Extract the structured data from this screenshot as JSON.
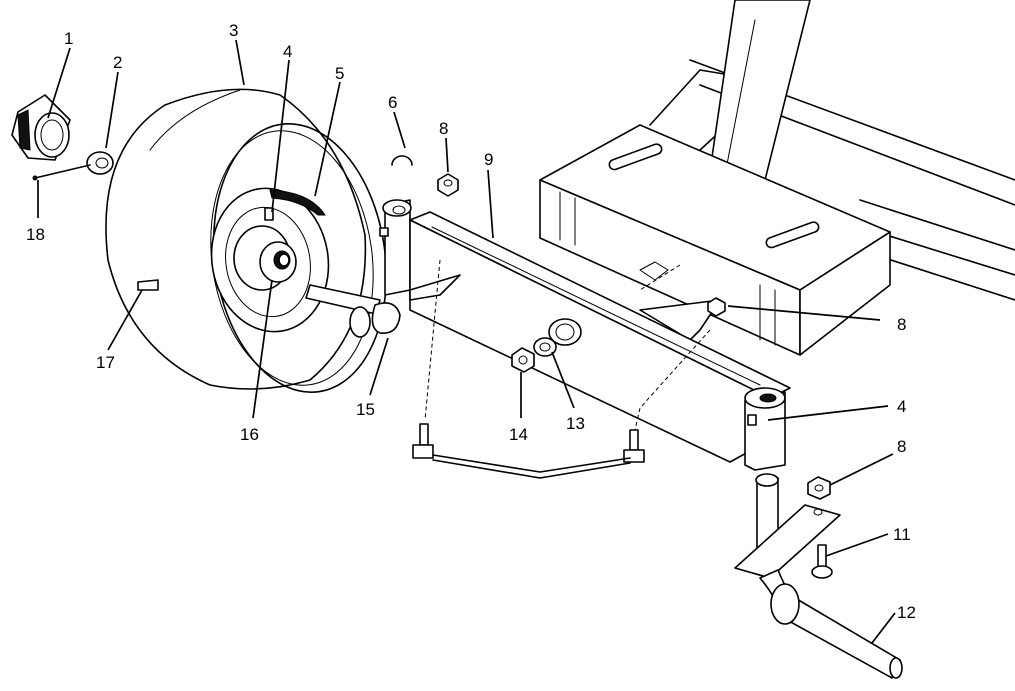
{
  "callouts": [
    {
      "id": "c1",
      "number": "1"
    },
    {
      "id": "c2",
      "number": "2"
    },
    {
      "id": "c3",
      "number": "3"
    },
    {
      "id": "c4a",
      "number": "4"
    },
    {
      "id": "c5",
      "number": "5"
    },
    {
      "id": "c6",
      "number": "6"
    },
    {
      "id": "c8a",
      "number": "8"
    },
    {
      "id": "c9",
      "number": "9"
    },
    {
      "id": "c8b",
      "number": "8"
    },
    {
      "id": "c4b",
      "number": "4"
    },
    {
      "id": "c8c",
      "number": "8"
    },
    {
      "id": "c11",
      "number": "11"
    },
    {
      "id": "c12",
      "number": "12"
    },
    {
      "id": "c13",
      "number": "13"
    },
    {
      "id": "c14",
      "number": "14"
    },
    {
      "id": "c15",
      "number": "15"
    },
    {
      "id": "c16",
      "number": "16"
    },
    {
      "id": "c17",
      "number": "17"
    },
    {
      "id": "c18",
      "number": "18"
    }
  ]
}
